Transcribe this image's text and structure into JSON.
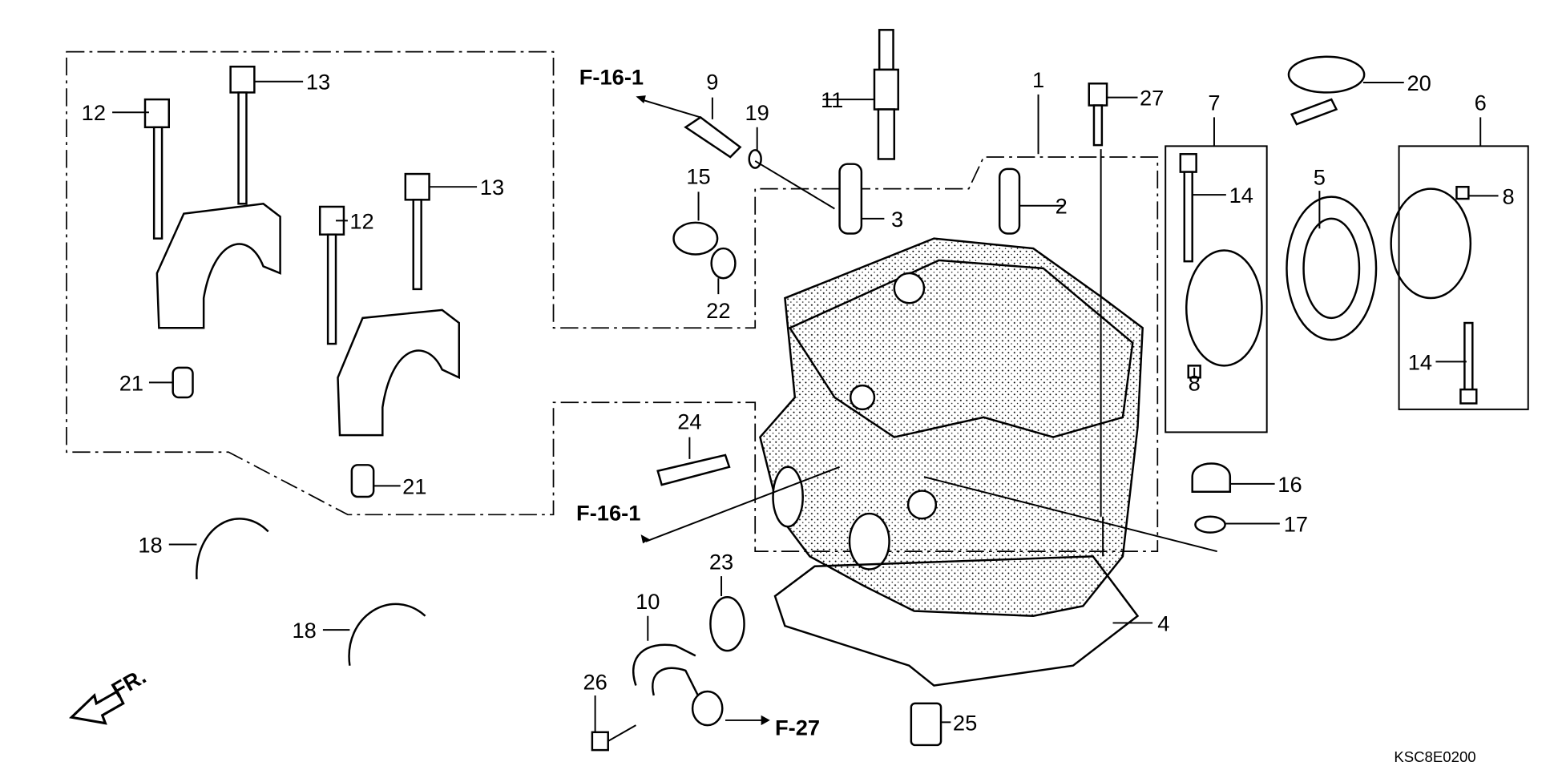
{
  "diagram_code": "KSC8E0200",
  "front_indicator": "FR.",
  "references": [
    "F-16-1",
    "F-16-1",
    "F-27"
  ],
  "callouts": [
    "1",
    "2",
    "3",
    "4",
    "5",
    "6",
    "7",
    "8",
    "8",
    "9",
    "10",
    "11",
    "12",
    "12",
    "13",
    "13",
    "14",
    "14",
    "15",
    "16",
    "17",
    "18",
    "18",
    "19",
    "20",
    "21",
    "21",
    "22",
    "23",
    "24",
    "25",
    "26",
    "27"
  ]
}
